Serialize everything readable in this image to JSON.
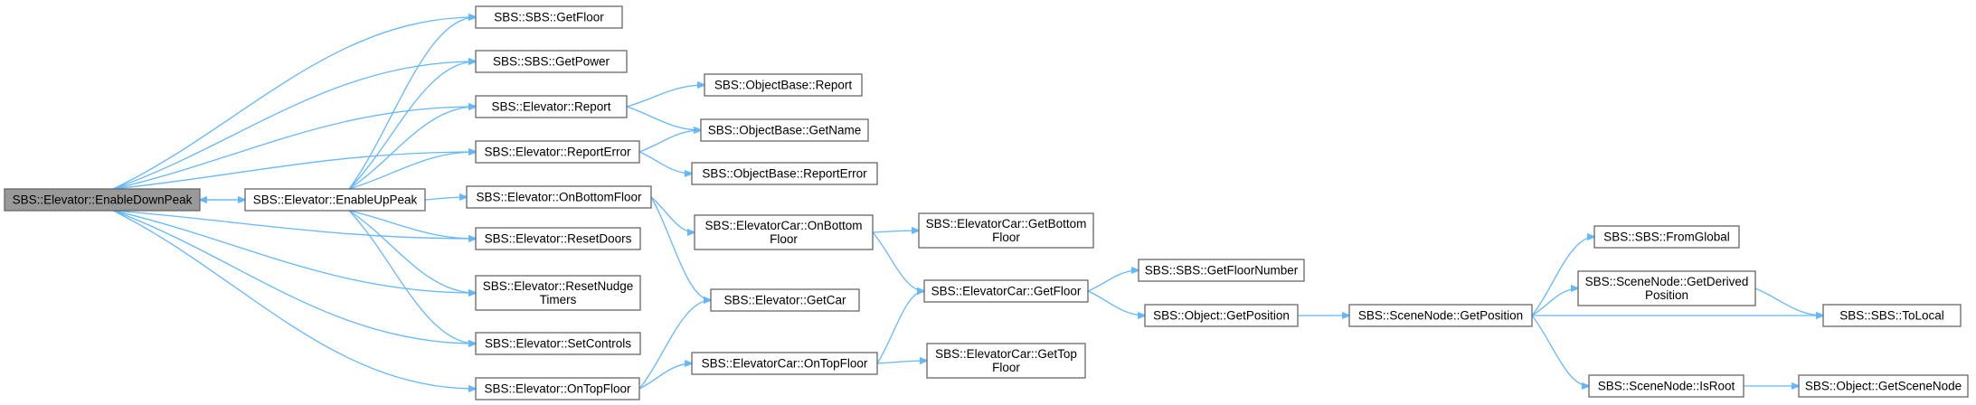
{
  "graph": {
    "nodes": [
      {
        "id": "enableDownPeak",
        "lines": [
          "SBS::Elevator::EnableDownPeak"
        ],
        "root": true
      },
      {
        "id": "enableUpPeak",
        "lines": [
          "SBS::Elevator::EnableUpPeak"
        ]
      },
      {
        "id": "sbsGetFloor",
        "lines": [
          "SBS::SBS::GetFloor"
        ]
      },
      {
        "id": "sbsGetPower",
        "lines": [
          "SBS::SBS::GetPower"
        ]
      },
      {
        "id": "report",
        "lines": [
          "SBS::Elevator::Report"
        ]
      },
      {
        "id": "reportError",
        "lines": [
          "SBS::Elevator::ReportError"
        ]
      },
      {
        "id": "onBottomFloor",
        "lines": [
          "SBS::Elevator::OnBottomFloor"
        ]
      },
      {
        "id": "resetDoors",
        "lines": [
          "SBS::Elevator::ResetDoors"
        ]
      },
      {
        "id": "resetNudge",
        "lines": [
          "SBS::Elevator::ResetNudge",
          "Timers"
        ]
      },
      {
        "id": "setControls",
        "lines": [
          "SBS::Elevator::SetControls"
        ]
      },
      {
        "id": "onTopFloor",
        "lines": [
          "SBS::Elevator::OnTopFloor"
        ]
      },
      {
        "id": "obReport",
        "lines": [
          "SBS::ObjectBase::Report"
        ]
      },
      {
        "id": "obGetName",
        "lines": [
          "SBS::ObjectBase::GetName"
        ]
      },
      {
        "id": "obReportError",
        "lines": [
          "SBS::ObjectBase::ReportError"
        ]
      },
      {
        "id": "carOnBottom",
        "lines": [
          "SBS::ElevatorCar::OnBottom",
          "Floor"
        ]
      },
      {
        "id": "getCar",
        "lines": [
          "SBS::Elevator::GetCar"
        ]
      },
      {
        "id": "carOnTop",
        "lines": [
          "SBS::ElevatorCar::OnTopFloor"
        ]
      },
      {
        "id": "carGetBottom",
        "lines": [
          "SBS::ElevatorCar::GetBottom",
          "Floor"
        ]
      },
      {
        "id": "carGetFloor",
        "lines": [
          "SBS::ElevatorCar::GetFloor"
        ]
      },
      {
        "id": "carGetTop",
        "lines": [
          "SBS::ElevatorCar::GetTop",
          "Floor"
        ]
      },
      {
        "id": "getFloorNumber",
        "lines": [
          "SBS::SBS::GetFloorNumber"
        ]
      },
      {
        "id": "objGetPosition",
        "lines": [
          "SBS::Object::GetPosition"
        ]
      },
      {
        "id": "snGetPosition",
        "lines": [
          "SBS::SceneNode::GetPosition"
        ]
      },
      {
        "id": "fromGlobal",
        "lines": [
          "SBS::SBS::FromGlobal"
        ]
      },
      {
        "id": "snGetDerived",
        "lines": [
          "SBS::SceneNode::GetDerived",
          "Position"
        ]
      },
      {
        "id": "toLocal",
        "lines": [
          "SBS::SBS::ToLocal"
        ]
      },
      {
        "id": "isRoot",
        "lines": [
          "SBS::SceneNode::IsRoot"
        ]
      },
      {
        "id": "getSceneNode",
        "lines": [
          "SBS::Object::GetSceneNode"
        ]
      }
    ],
    "edges": [
      [
        "enableDownPeak",
        "enableUpPeak"
      ],
      [
        "enableDownPeak",
        "sbsGetFloor"
      ],
      [
        "enableDownPeak",
        "sbsGetPower"
      ],
      [
        "enableDownPeak",
        "report"
      ],
      [
        "enableDownPeak",
        "reportError"
      ],
      [
        "enableDownPeak",
        "resetDoors"
      ],
      [
        "enableDownPeak",
        "resetNudge"
      ],
      [
        "enableDownPeak",
        "setControls"
      ],
      [
        "enableDownPeak",
        "onTopFloor"
      ],
      [
        "enableUpPeak",
        "enableDownPeak"
      ],
      [
        "enableUpPeak",
        "sbsGetFloor"
      ],
      [
        "enableUpPeak",
        "sbsGetPower"
      ],
      [
        "enableUpPeak",
        "report"
      ],
      [
        "enableUpPeak",
        "reportError"
      ],
      [
        "enableUpPeak",
        "onBottomFloor"
      ],
      [
        "enableUpPeak",
        "resetDoors"
      ],
      [
        "enableUpPeak",
        "resetNudge"
      ],
      [
        "enableUpPeak",
        "setControls"
      ],
      [
        "report",
        "obReport"
      ],
      [
        "report",
        "obGetName"
      ],
      [
        "reportError",
        "obGetName"
      ],
      [
        "reportError",
        "obReportError"
      ],
      [
        "onBottomFloor",
        "carOnBottom"
      ],
      [
        "onBottomFloor",
        "getCar"
      ],
      [
        "onTopFloor",
        "getCar"
      ],
      [
        "onTopFloor",
        "carOnTop"
      ],
      [
        "carOnBottom",
        "carGetBottom"
      ],
      [
        "carOnBottom",
        "carGetFloor"
      ],
      [
        "carOnTop",
        "carGetFloor"
      ],
      [
        "carOnTop",
        "carGetTop"
      ],
      [
        "carGetFloor",
        "getFloorNumber"
      ],
      [
        "carGetFloor",
        "objGetPosition"
      ],
      [
        "objGetPosition",
        "snGetPosition"
      ],
      [
        "snGetPosition",
        "fromGlobal"
      ],
      [
        "snGetPosition",
        "snGetDerived"
      ],
      [
        "snGetPosition",
        "toLocal"
      ],
      [
        "snGetPosition",
        "isRoot"
      ],
      [
        "snGetDerived",
        "toLocal"
      ],
      [
        "isRoot",
        "getSceneNode"
      ]
    ]
  },
  "colors": {
    "edge": "#63b8ff",
    "node_border": "#666666",
    "root_fill": "#999999",
    "node_fill": "#ffffff"
  }
}
